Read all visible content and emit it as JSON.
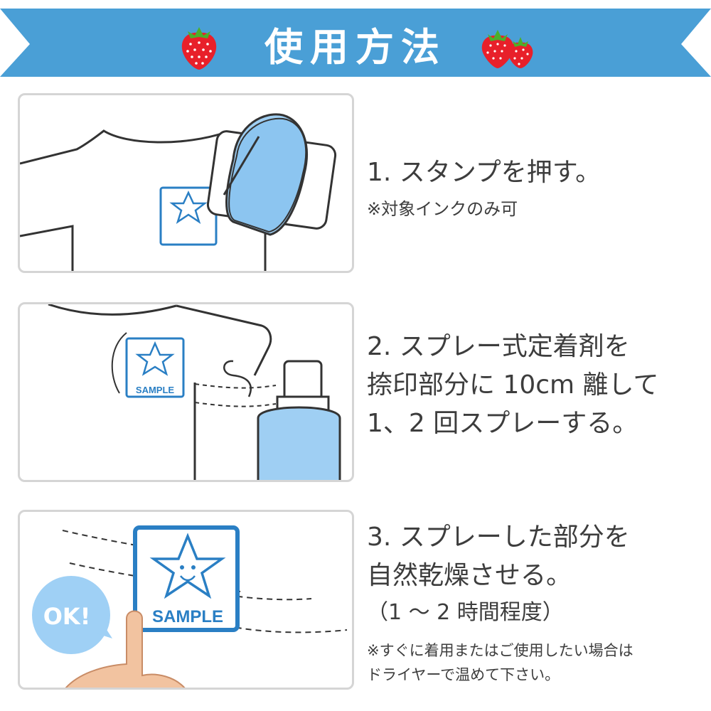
{
  "header": {
    "title": "使用方法",
    "color": "#4a9fd6"
  },
  "stamp": {
    "label": "SAMPLE",
    "ink_color": "#2a7fc4"
  },
  "steps": [
    {
      "lines": [
        "1. スタンプを押す。"
      ],
      "note": "※対象インクのみ可"
    },
    {
      "lines": [
        "2. スプレー式定着剤を",
        "捺印部分に 10cm 離して",
        "1、2 回スプレーする。"
      ]
    },
    {
      "lines": [
        "3. スプレーした部分を",
        "自然乾燥させる。",
        "（1 ～ 2 時間程度）"
      ],
      "notes": [
        "※すぐに着用またはご使用したい場合は",
        "ドライヤーで温めて下さい。"
      ],
      "ok_label": "OK!"
    }
  ]
}
